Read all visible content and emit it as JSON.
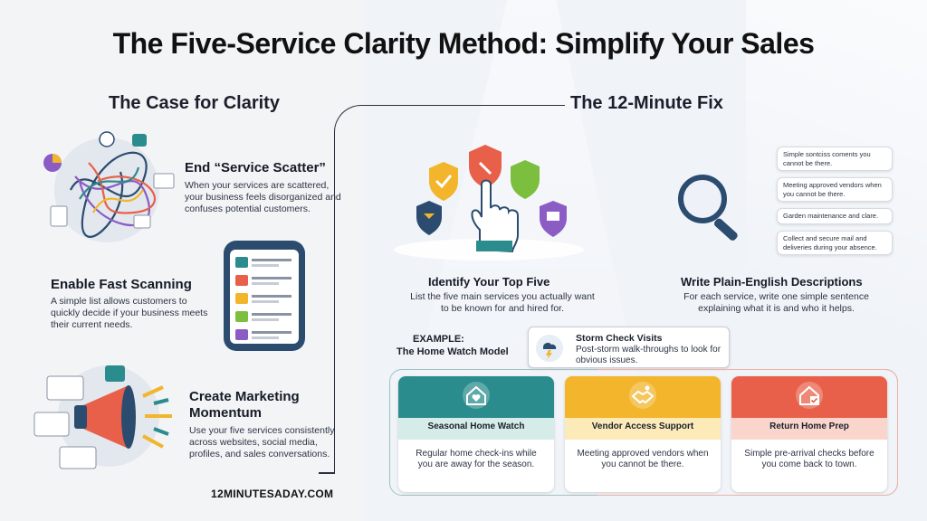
{
  "title": "The Five-Service Clarity Method: Simplify Your Sales",
  "left": {
    "heading": "The Case for Clarity",
    "blocks": [
      {
        "title": "End “Service Scatter”",
        "text": "When your services are scattered, your business feels disorganized and confuses potential customers."
      },
      {
        "title": "Enable Fast Scanning",
        "text": "A simple list allows customers to quickly decide if your business meets their current needs."
      },
      {
        "title": "Create Marketing Momentum",
        "text": "Use your five services consistently across websites, social media, profiles, and sales conversations."
      }
    ]
  },
  "right": {
    "heading": "The 12-Minute Fix",
    "step1": {
      "title": "Identify Your Top Five",
      "text": "List the five main services you actually want to be known for and hired for."
    },
    "step2": {
      "title": "Write Plain-English Descriptions",
      "text": "For each service, write one simple sentence explaining what it is and who it helps."
    },
    "bubbles": [
      "Simple sontciss coments you cannot be there.",
      "Meeting approved vendors when you cannot be there.",
      "Garden maintenance and clare.",
      "Collect and secure mail and deliveries during your absence."
    ],
    "example_label_1": "EXAMPLE:",
    "example_label_2": "The Home Watch Model",
    "storm": {
      "title": "Storm Check Visits",
      "text": "Post-storm walk-throughs to look for obvious issues."
    },
    "cards": [
      {
        "title": "Seasonal Home Watch",
        "text": "Regular home check-ins while you are away for the season.",
        "color": "#2a8c8c"
      },
      {
        "title": "Vendor Access Support",
        "text": "Meeting approved vendors when you cannot be there.",
        "color": "#f2b52b"
      },
      {
        "title": "Return Home Prep",
        "text": "Simple pre-arrival checks before you come back to town.",
        "color": "#e8604a"
      }
    ]
  },
  "footer": "12MINUTESADAY.COM",
  "colors": {
    "teal": "#2a8c8c",
    "yellow": "#f2b52b",
    "coral": "#e8604a",
    "purple": "#8b5cc4",
    "green": "#7cbf3f",
    "navy": "#2b4c6f"
  }
}
